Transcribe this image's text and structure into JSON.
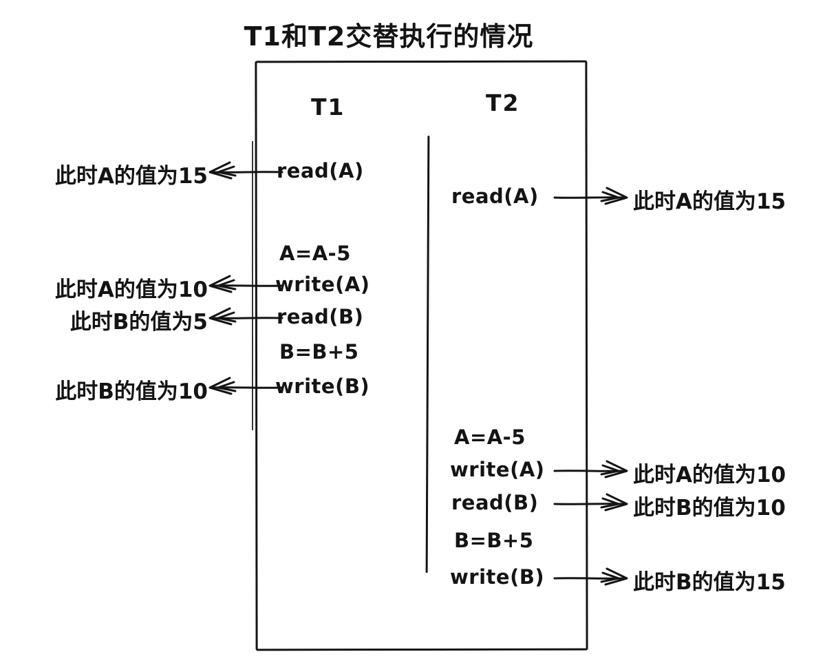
{
  "title": "T1和T2交替执行的情况",
  "colors": {
    "ink": "#141414",
    "background": "#ffffff"
  },
  "t1": {
    "header": "T1",
    "ops": [
      {
        "label": "read(A)",
        "annotation": "此时A的值为15"
      },
      {
        "label": "A=A-5"
      },
      {
        "label": "write(A)",
        "annotation": "此时A的值为10"
      },
      {
        "label": "read(B)",
        "annotation": "此时B的值为5"
      },
      {
        "label": "B=B+5"
      },
      {
        "label": "write(B)",
        "annotation": "此时B的值为10"
      }
    ]
  },
  "t2": {
    "header": "T2",
    "ops": [
      {
        "label": "read(A)",
        "annotation": "此时A的值为15"
      },
      {
        "label": "A=A-5"
      },
      {
        "label": "write(A)",
        "annotation": "此时A的值为10"
      },
      {
        "label": "read(B)",
        "annotation": "此时B的值为10"
      },
      {
        "label": "B=B+5"
      },
      {
        "label": "write(B)",
        "annotation": "此时B的值为15"
      }
    ]
  }
}
